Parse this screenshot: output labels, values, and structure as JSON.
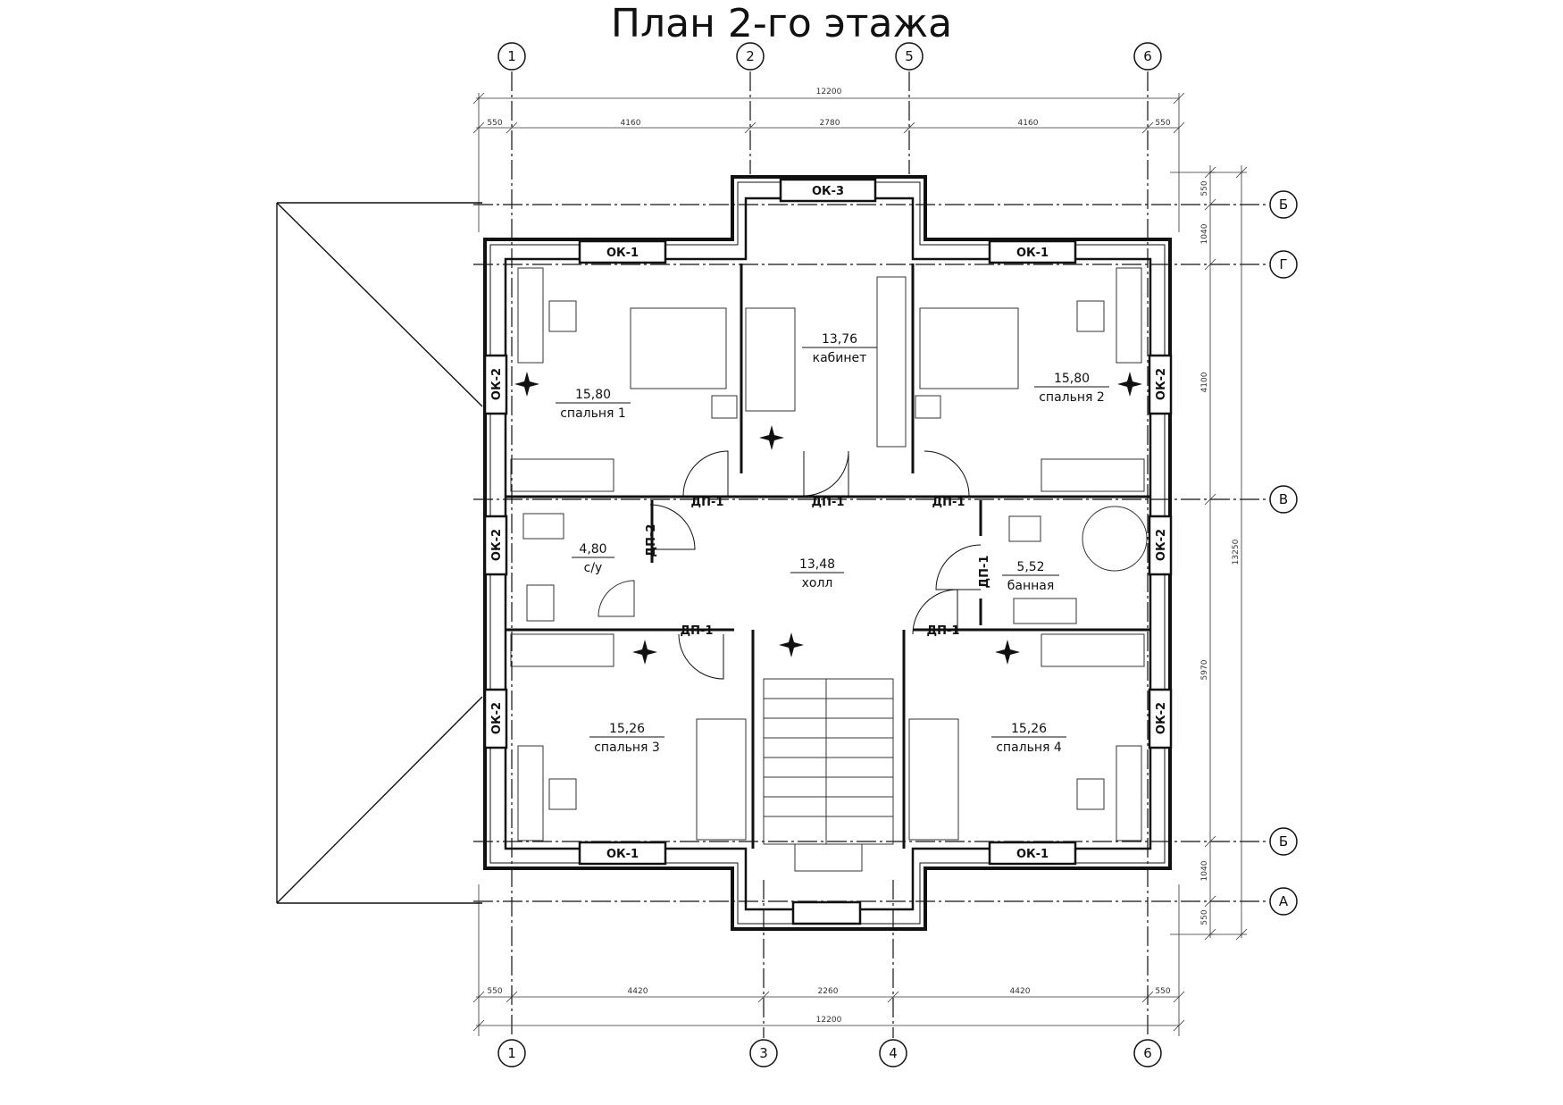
{
  "title": "План 2-го этажа",
  "axes": {
    "top": [
      "1",
      "2",
      "5",
      "6"
    ],
    "bottom": [
      "1",
      "3",
      "4",
      "6"
    ],
    "right": [
      "Б",
      "Г",
      "В",
      "Б",
      "А"
    ]
  },
  "dimensions": {
    "top_total": "12200",
    "top_parts": [
      "550",
      "4160",
      "2780",
      "4160",
      "550"
    ],
    "bottom_total": "12200",
    "bottom_parts": [
      "550",
      "4420",
      "2260",
      "4420",
      "550"
    ],
    "right_parts": [
      "550",
      "1040",
      "4100",
      "5970",
      "1040",
      "550"
    ],
    "right_total": "13250"
  },
  "rooms": [
    {
      "area": "15,80",
      "name": "спальня 1"
    },
    {
      "area": "13,76",
      "name": "кабинет"
    },
    {
      "area": "15,80",
      "name": "спальня 2"
    },
    {
      "area": "4,80",
      "name": "с/у"
    },
    {
      "area": "13,48",
      "name": "холл"
    },
    {
      "area": "5,52",
      "name": "банная"
    },
    {
      "area": "15,26",
      "name": "спальня 3"
    },
    {
      "area": "15,26",
      "name": "спальня 4"
    }
  ],
  "windows": {
    "ok1": "ОК-1",
    "ok2": "ОК-2",
    "ok3": "ОК-3"
  },
  "doors": {
    "dp1": "ДП-1",
    "dp2": "ДП-2"
  }
}
